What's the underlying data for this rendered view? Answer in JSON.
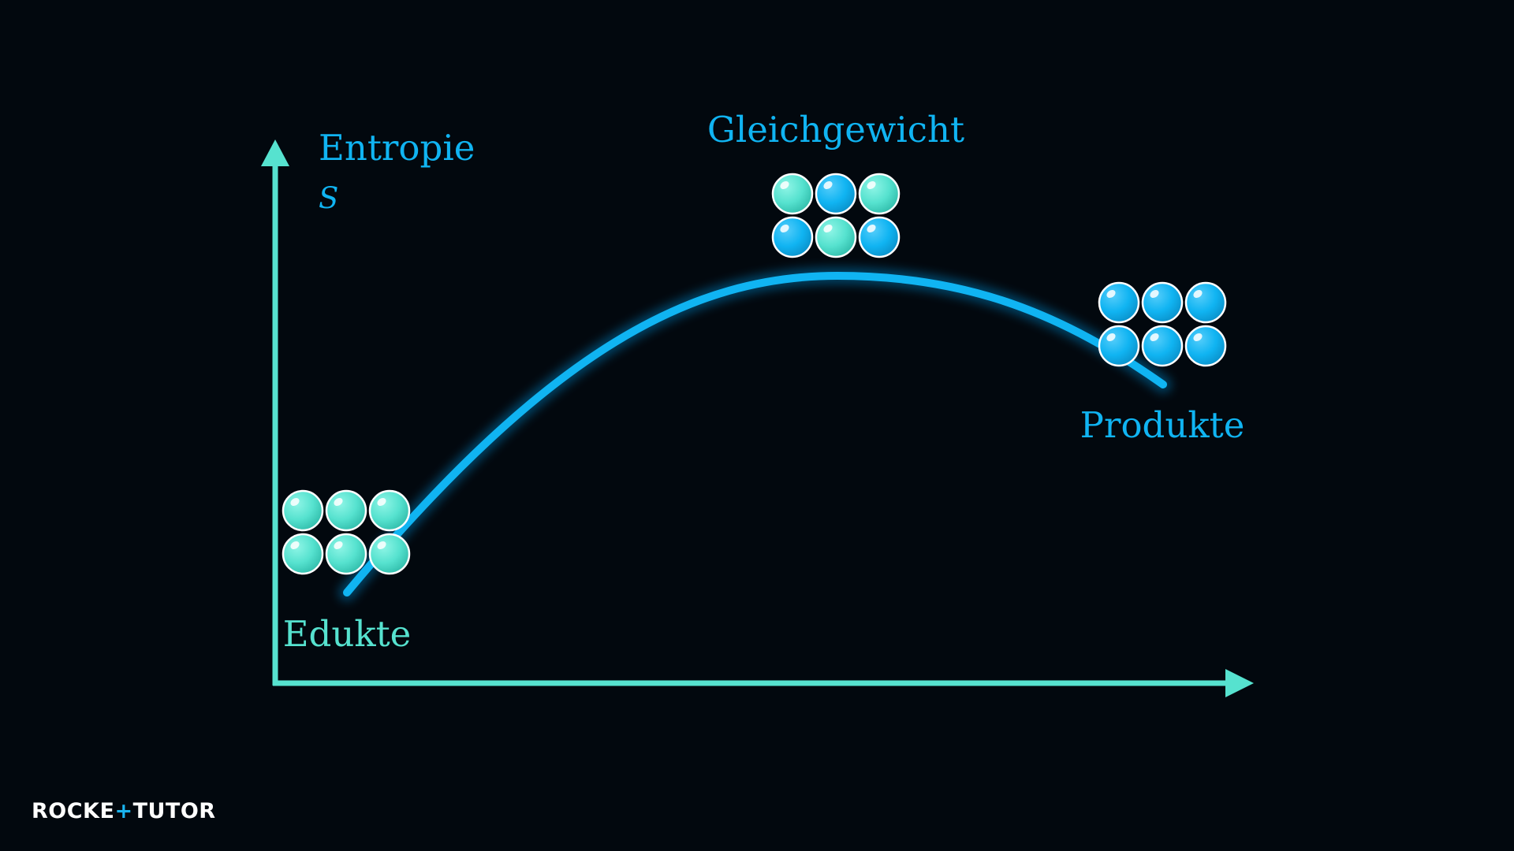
{
  "labels": {
    "y_axis_title": "Entropie",
    "y_axis_symbol": "S",
    "reactants": "Edukte",
    "equilibrium": "Gleichgewicht",
    "products": "Produkte"
  },
  "logo": {
    "part1": "ROCKE",
    "plus": "+",
    "part2": "TUTOR"
  },
  "colors": {
    "background": "#02080e",
    "axis": "#56e2cf",
    "curve": "#10b4f2",
    "reactant_particle": "#56e2cf",
    "product_particle": "#10b4f2"
  },
  "particle_groups": {
    "reactants": [
      "teal",
      "teal",
      "teal",
      "teal",
      "teal",
      "teal"
    ],
    "equilibrium": [
      "teal",
      "blue",
      "teal",
      "blue",
      "teal",
      "blue"
    ],
    "products": [
      "blue",
      "blue",
      "blue",
      "blue",
      "blue",
      "blue"
    ]
  },
  "icons": {
    "y_axis_arrow": "arrow-up-icon",
    "x_axis_arrow": "arrow-right-icon",
    "particle": "sphere-icon"
  }
}
